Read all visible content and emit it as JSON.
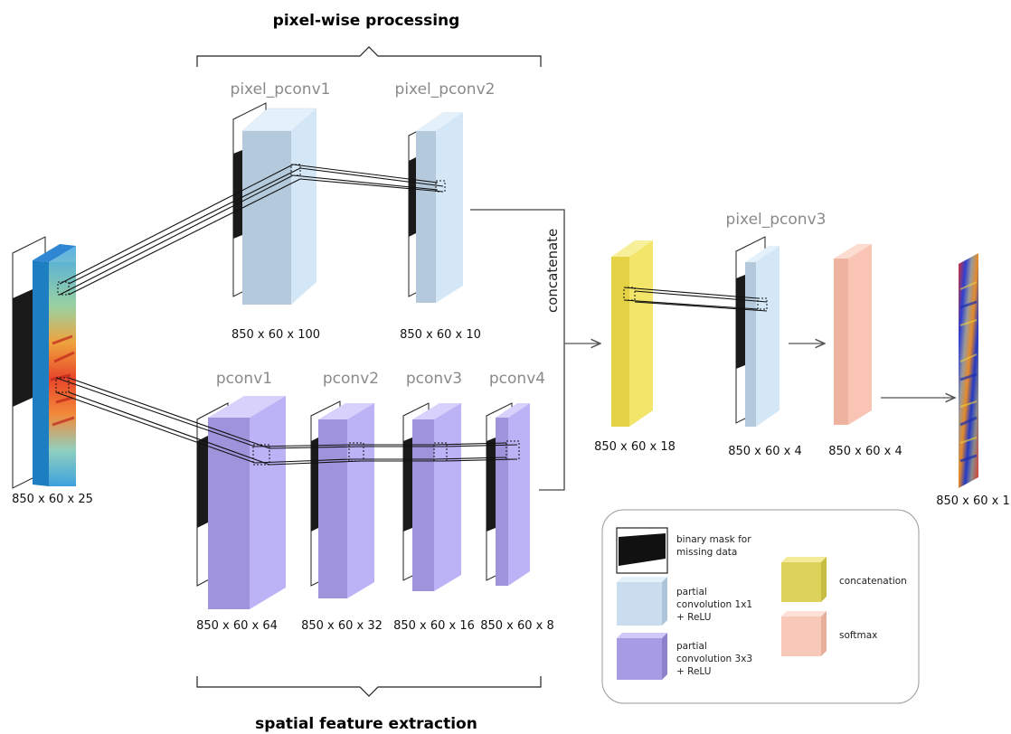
{
  "titles": {
    "top": "pixel-wise processing",
    "bottom": "spatial feature extraction"
  },
  "layers": {
    "input": {
      "dims": "850 x 60 x 25"
    },
    "pixel_pconv1": {
      "name": "pixel_pconv1",
      "dims": "850 x 60 x 100"
    },
    "pixel_pconv2": {
      "name": "pixel_pconv2",
      "dims": "850 x 60 x 10"
    },
    "pconv1": {
      "name": "pconv1",
      "dims": "850 x 60 x 64"
    },
    "pconv2": {
      "name": "pconv2",
      "dims": "850 x 60 x 32"
    },
    "pconv3": {
      "name": "pconv3",
      "dims": "850 x 60 x 16"
    },
    "pconv4": {
      "name": "pconv4",
      "dims": "850 x 60 x 8"
    },
    "concat": {
      "dims": "850 x 60 x 18"
    },
    "pixel_pconv3": {
      "name": "pixel_pconv3",
      "dims": "850 x 60 x 4"
    },
    "softmax": {
      "dims": "850 x 60 x 4"
    },
    "output": {
      "dims": "850 x 60 x 1"
    }
  },
  "concat_label": "concatenate",
  "legend": {
    "mask": [
      "binary mask for",
      "missing data"
    ],
    "conv1x1": [
      "partial",
      "convolution 1x1",
      "+ ReLU"
    ],
    "conv3x3": [
      "partial",
      "convolution 3x3",
      "+ ReLU"
    ],
    "concatenation": "concatenation",
    "softmax": "softmax"
  },
  "colors": {
    "light_blue": "#d4e7f6",
    "purple": "#bcb2f6",
    "yellow": "#f3e46a",
    "salmon": "#f9c4b4"
  }
}
